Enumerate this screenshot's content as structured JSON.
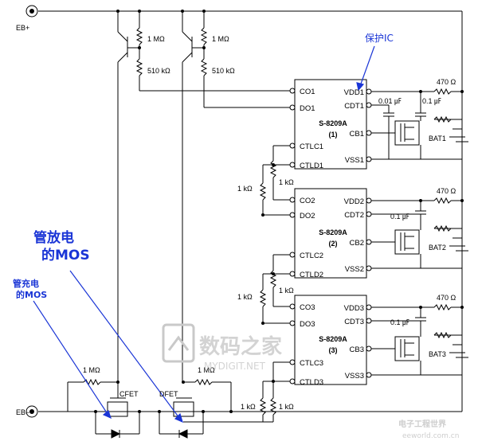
{
  "terminals": {
    "eb_plus": "EB+",
    "eb_minus": "EB−"
  },
  "resistors": {
    "r_top1": "1 MΩ",
    "r_top2": "1 MΩ",
    "r_mid1": "510 kΩ",
    "r_mid2": "510 kΩ",
    "r_bot1": "1 MΩ",
    "r_bot2": "1 MΩ",
    "r_470_1": "470 Ω",
    "r_470_2": "470 Ω",
    "r_470_3": "470 Ω",
    "r_1k_a": "1 kΩ",
    "r_1k_b": "1 kΩ",
    "r_1k_c": "1 kΩ",
    "r_1k_d": "1 kΩ",
    "r_1k_e": "1 kΩ",
    "r_1k_f": "1 kΩ"
  },
  "caps": {
    "c1": "0.01 ㎌",
    "c2": "0.1 ㎌",
    "c3": "0.1 ㎌",
    "c4": "0.1 ㎌"
  },
  "fets": {
    "cfet": "CFET",
    "dfet": "DFET"
  },
  "chips": [
    {
      "name": "S-8209A",
      "index": "(1)",
      "left_pins": [
        "CO1",
        "DO1",
        "CTLC1",
        "CTLD1"
      ],
      "right_pins": [
        "VDD1",
        "CDT1",
        "CB1",
        "VSS1"
      ]
    },
    {
      "name": "S-8209A",
      "index": "(2)",
      "left_pins": [
        "CO2",
        "DO2",
        "CTLC2",
        "CTLD2"
      ],
      "right_pins": [
        "VDD2",
        "CDT2",
        "CB2",
        "VSS2"
      ]
    },
    {
      "name": "S-8209A",
      "index": "(3)",
      "left_pins": [
        "CO3",
        "DO3",
        "CTLC3",
        "CTLD3"
      ],
      "right_pins": [
        "VDD3",
        "CDT3",
        "CB3",
        "VSS3"
      ]
    }
  ],
  "batteries": [
    "BAT1",
    "BAT2",
    "BAT3"
  ],
  "annotations": {
    "protect_ic": "保护IC",
    "discharge_mos_line1": "管放电",
    "discharge_mos_line2": "的MOS",
    "charge_mos_line1": "管充电",
    "charge_mos_line2": "的MOS"
  },
  "watermarks": {
    "main": "数码之家",
    "url": "MYDIGIT.NET",
    "corner_cn": "电子工程世界",
    "corner_url": "eeworld.com.cn"
  },
  "colors": {
    "annotation": "#1a35d6",
    "line": "#000000",
    "watermark": "#c9c9c9"
  }
}
